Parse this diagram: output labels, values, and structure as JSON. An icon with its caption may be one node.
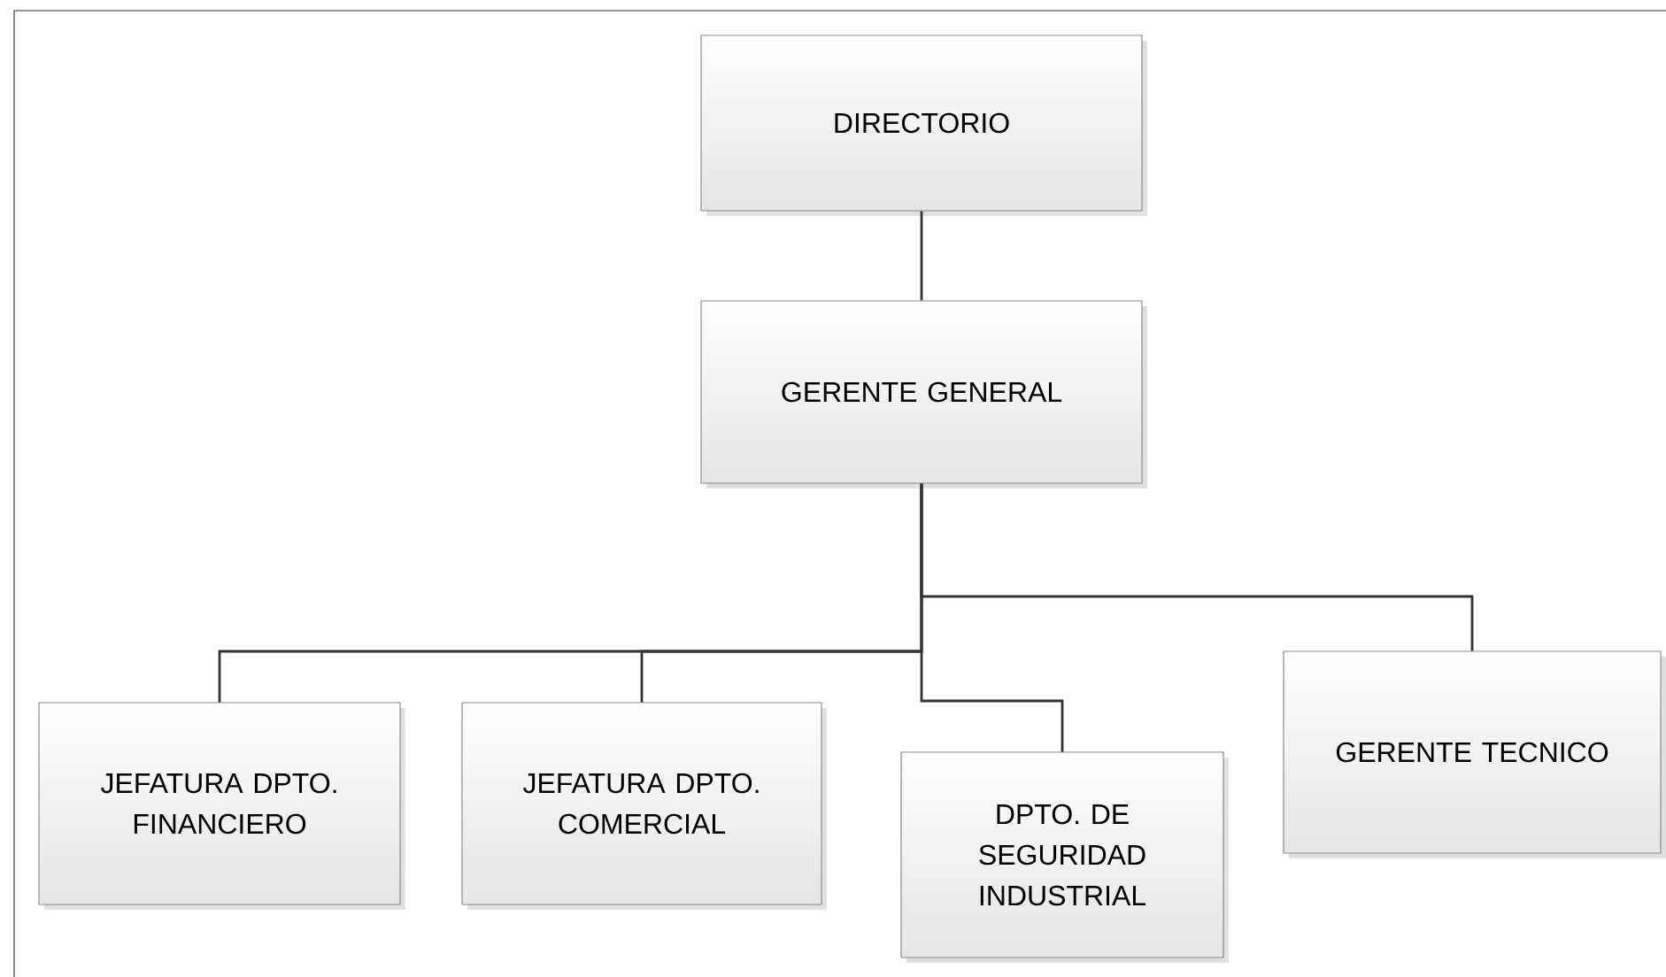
{
  "diagram": {
    "nodes": [
      {
        "text": [
          "DIRECTORIO"
        ]
      },
      {
        "text": [
          "GERENTE GENERAL"
        ]
      },
      {
        "text": [
          "JEFATURA DPTO. FINANCIERO"
        ]
      },
      {
        "text": [
          "JEFATURA DPTO. COMERCIAL"
        ]
      },
      {
        "text": [
          "DPTO. DE SEGURIDAD INDUSTRIAL"
        ]
      },
      {
        "text": [
          "GERENTE TECNICO"
        ]
      }
    ],
    "edges": [
      {
        "from": 0,
        "to": 1,
        "arrow": "none"
      },
      {
        "from": 1,
        "to": 2,
        "arrow": "none"
      },
      {
        "from": 1,
        "to": 3,
        "arrow": "none"
      },
      {
        "from": 1,
        "to": 4,
        "arrow": "none"
      },
      {
        "from": 1,
        "to": 5,
        "arrow": "none"
      }
    ]
  }
}
